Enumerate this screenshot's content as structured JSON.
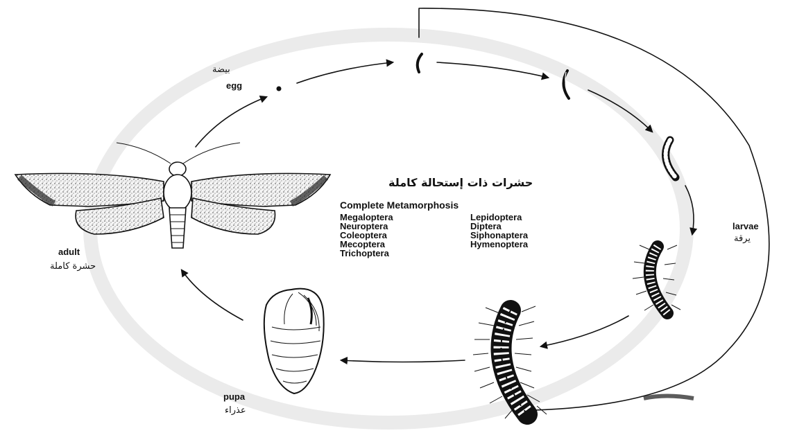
{
  "labels": {
    "egg": {
      "en": "egg",
      "ar": "بيضة"
    },
    "larvae": {
      "en": "larvae",
      "ar": "يرقة"
    },
    "pupa": {
      "en": "pupa",
      "ar": "عذراء"
    },
    "adult": {
      "en": "adult",
      "ar": "حشرة كاملة"
    }
  },
  "group": {
    "title_ar": "حشرات ذات إستحالة كاملة",
    "title_en": "Complete Metamorphosis",
    "orders_left": [
      "Megaloptera",
      "Neuroptera",
      "Coleoptera",
      "Mecoptera",
      "Trichoptera"
    ],
    "orders_right": [
      "Lepidoptera",
      "Diptera",
      "Siphonaptera",
      "Hymenoptera"
    ]
  }
}
